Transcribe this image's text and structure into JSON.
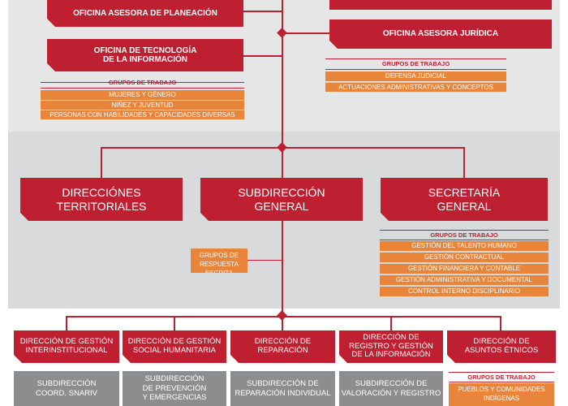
{
  "colors": {
    "red": "#be2031",
    "orange": "#e8853a",
    "gray": "#8c8d8f",
    "band": "#e6e6e7"
  },
  "top": {
    "planeacion": "OFICINA ASESORA DE PLANEACIÓN",
    "tecnologia": [
      "OFICINA DE TECNOLOGÍA",
      "DE LA INFORMACIÓN"
    ],
    "juridica": "OFICINA ASESORA JURÍDICA",
    "tec_groups": {
      "header": "GRUPOS DE TRABAJO",
      "items": [
        "MUJERES Y GÉNERO",
        "NIÑEZ Y JUVENTUD",
        "PERSONAS CON HABILIDADES Y CAPACIDADES DIVERSAS"
      ]
    },
    "jur_groups": {
      "header": "GRUPOS DE TRABAJO",
      "items": [
        "DEFENSA JUDICIAL",
        "ACTUACIONES ADMINISTRATIVAS Y CONCEPTOS"
      ]
    }
  },
  "middle": {
    "territoriales": [
      "DIRECCIÓNES",
      "TERRITORIALES"
    ],
    "subdireccion": [
      "SUBDIRECCIÓN",
      "GENERAL"
    ],
    "secretaria": [
      "SECRETARÍA",
      "GENERAL"
    ],
    "respuesta": [
      "GRUPOS DE",
      "RESPUESTA ESCRITA"
    ],
    "sec_groups": {
      "header": "GRUPOS DE TRABAJO",
      "items": [
        "GESTIÓN DEL TALENTO HUMANO",
        "GESTIÓN CONTRACTUAL",
        "GESTIÓN FINANCIERA Y CONTABLE",
        "GESTIÓN ADMINISTRATIVA Y DOCUMENTAL",
        "CONTROL INTERNO DISCIPLINARIO"
      ]
    }
  },
  "bottom": {
    "directions": [
      [
        "DIRECCIÓN DE GESTIÓN",
        "INTERINSTITUCIONAL"
      ],
      [
        "DIRECCIÓN DE GESTIÓN",
        "SOCIAL HUMANITARIA"
      ],
      [
        "DIRECCIÓN DE",
        "REPARACIÓN"
      ],
      [
        "DIRECCIÓN DE",
        "REGISTRO Y GESTIÓN",
        "DE LA INFORMACIÓN"
      ],
      [
        "DIRECCIÓN DE",
        "ASUNTOS ÉTNICOS"
      ]
    ],
    "subdirs": [
      [
        "SUBDIRECCIÓN",
        "COORD. SNARIV"
      ],
      [
        "SUBDIRECCIÓN",
        "DE PREVENCIÓN",
        "Y EMERGENCIAS"
      ],
      [
        "SUBDIRECCIÓN DE",
        "REPARACIÓN INDIVIDUAL"
      ],
      [
        "SUBDIRECCIÓN DE",
        "VALORACIÓN Y REGISTRO"
      ]
    ],
    "etnicos_groups": {
      "header": "GRUPOS DE TRABAJO",
      "items": [
        "PUEBLOS Y COMUNIDADES",
        "INDÍGENAS"
      ]
    }
  }
}
